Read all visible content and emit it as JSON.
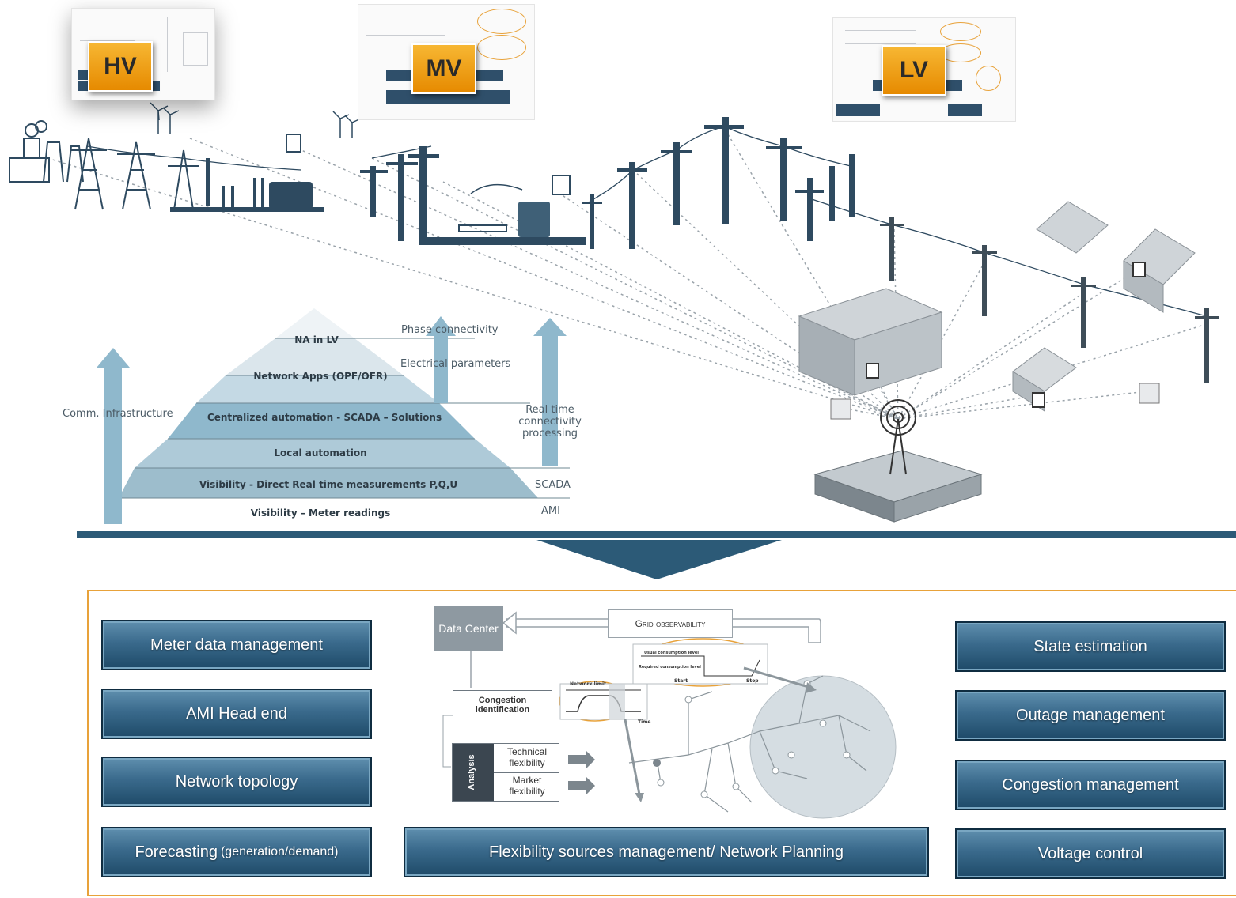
{
  "levels": {
    "hv": "HV",
    "mv": "MV",
    "lv": "LV"
  },
  "pyramid": {
    "layers": [
      "NA in LV",
      "Network Apps (OPF/OFR)",
      "Centralized automation - SCADA – Solutions",
      "Local automation",
      "Visibility - Direct Real time measurements P,Q,U",
      "Visibility – Meter readings"
    ],
    "comm_infrastructure": "Comm. Infrastructure",
    "phase_connectivity": "Phase connectivity",
    "electrical_parameters": "Electrical parameters",
    "real_time_connectivity": "Real time connectivity processing",
    "scada": "SCADA",
    "ami": "AMI"
  },
  "left_buttons": [
    "Meter data management",
    "AMI Head end",
    "Network topology",
    "Forecasting"
  ],
  "forecasting_suffix": "(generation/demand)",
  "right_buttons": [
    "State estimation",
    "Outage management",
    "Congestion management",
    "Voltage control"
  ],
  "center_button": "Flexibility sources management/ Network Planning",
  "diagram": {
    "data_center": "Data Center",
    "grid_observability": "Grid observability",
    "congestion_identification": "Congestion identification",
    "analysis": "Analysis",
    "technical_flexibility": "Technical flexibility",
    "market_flexibility": "Market flexibility",
    "network_limit": "Network limit",
    "time": "Time",
    "usual_consumption": "Usual consumption level",
    "required_consumption": "Required consumption level",
    "start": "Start",
    "stop": "Stop"
  },
  "colors": {
    "accent_orange": "#e8a23a",
    "button_blue": "#2d5d7f",
    "pyramid_blue": "#8fb8cc",
    "divider": "#2c5a77"
  }
}
